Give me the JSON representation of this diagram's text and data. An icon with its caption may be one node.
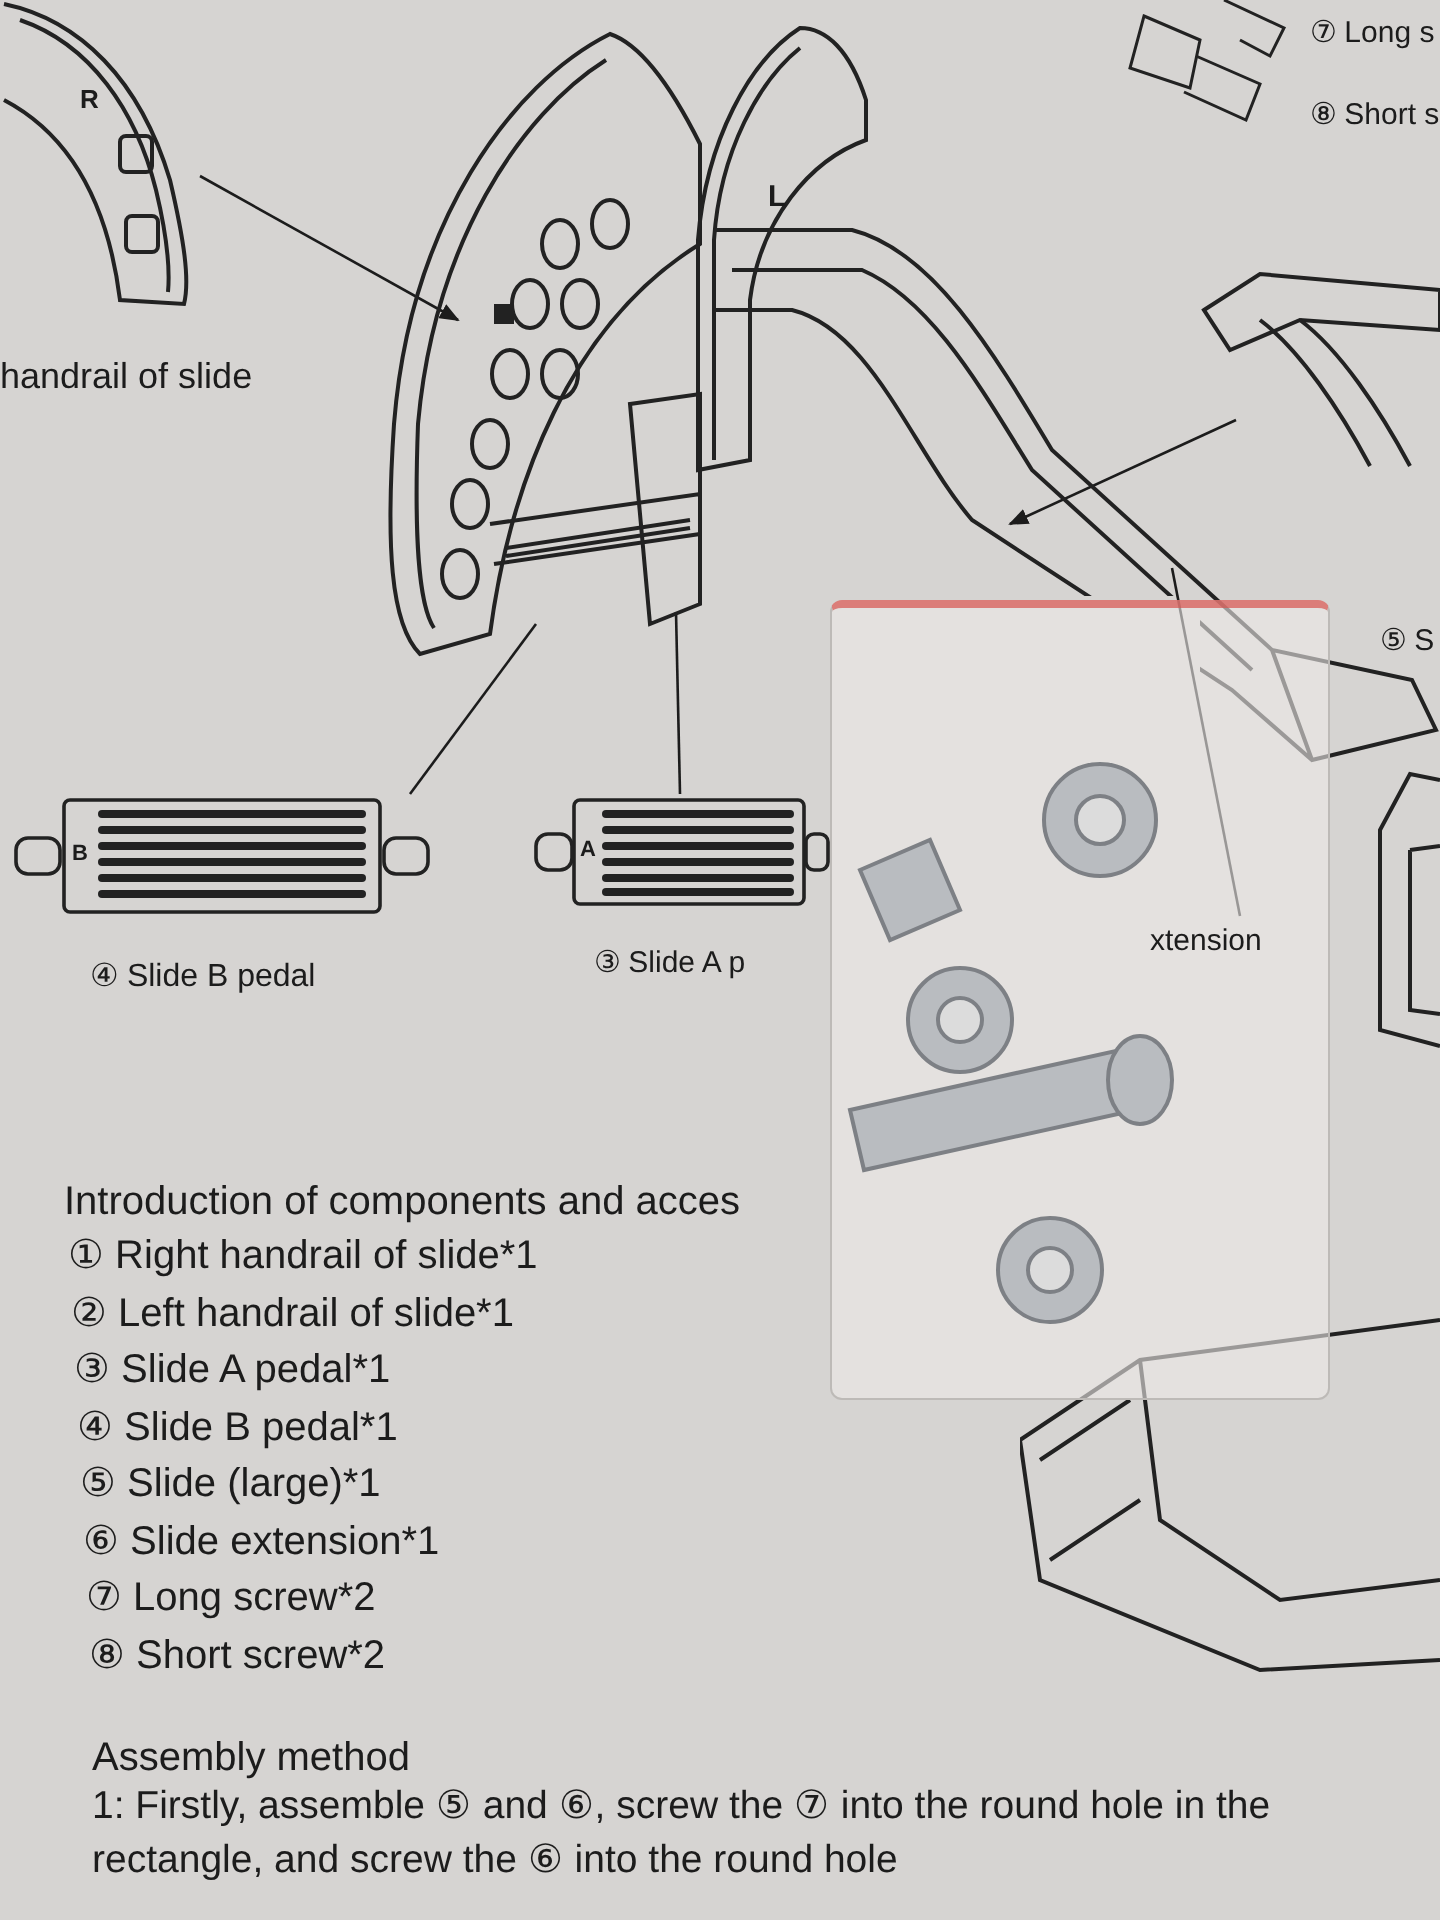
{
  "diagram": {
    "nodes": [
      {
        "text": [],
        "shape": "picture"
      },
      {
        "text": [
          "handrail of slide"
        ]
      },
      {
        "text": [
          "④ Slide B pedal"
        ]
      },
      {
        "text": [
          "③ Slide A p"
        ]
      },
      {
        "text": [],
        "shape": "picture"
      },
      {
        "text": [
          "xtension"
        ]
      },
      {
        "text": [],
        "shape": "picture"
      }
    ],
    "edges": [
      {
        "from": 1,
        "to": 0,
        "arrow": "to"
      },
      {
        "from": 2,
        "to": 0,
        "arrow": "none"
      },
      {
        "from": 3,
        "to": 0,
        "arrow": "none"
      },
      {
        "from": 4,
        "to": 6,
        "arrow": "to"
      },
      {
        "from": 5,
        "to": 6,
        "arrow": "none"
      }
    ],
    "labels": [
      "⑦ Long s",
      "⑧ Short s",
      "R",
      "L",
      "⑤ S",
      "B",
      "A",
      "Introduction of components and acces",
      "① Right handrail of slide*1",
      "② Left handrail of slide*1",
      "③ Slide A pedal*1",
      "④ Slide B pedal*1",
      "⑤ Slide (large)*1",
      "⑥ Slide extension*1",
      "⑦ Long screw*2",
      "⑧ Short screw*2",
      "Assembly method",
      "1:  Firstly, assemble ⑤ and ⑥, screw the ⑦ into the round hole in the rectangle, and screw the ⑥ into the round hole"
    ]
  }
}
